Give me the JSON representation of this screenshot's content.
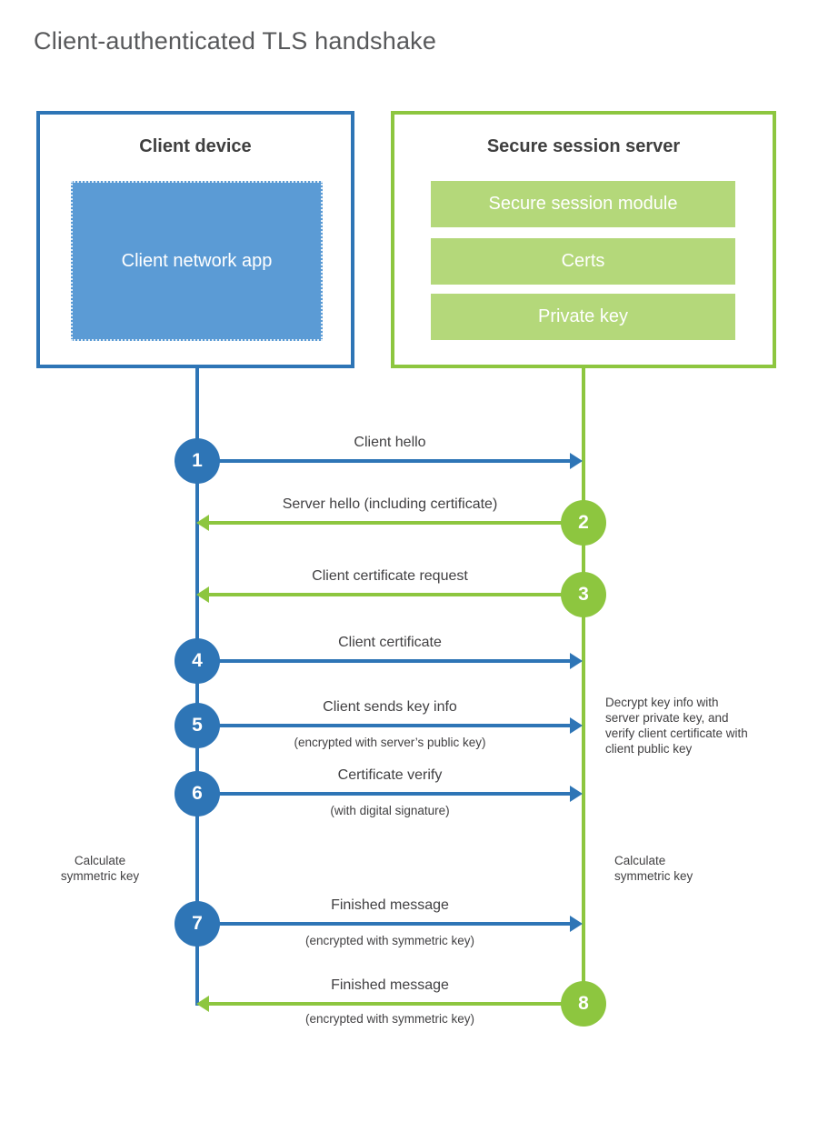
{
  "title": "Client-authenticated TLS handshake",
  "colors": {
    "blue": "#2e75b6",
    "blue_fill": "#5b9bd5",
    "green": "#8dc63f",
    "green_fill": "#b4d87a"
  },
  "client": {
    "title": "Client device",
    "app_label": "Client network app"
  },
  "server": {
    "title": "Secure session server",
    "modules": [
      "Secure session module",
      "Certs",
      "Private key"
    ]
  },
  "steps": [
    {
      "num": "1",
      "actor": "client",
      "direction": "right",
      "label": "Client hello",
      "sub": ""
    },
    {
      "num": "2",
      "actor": "server",
      "direction": "left",
      "label": "Server hello (including certificate)",
      "sub": ""
    },
    {
      "num": "3",
      "actor": "server",
      "direction": "left",
      "label": "Client certificate request",
      "sub": ""
    },
    {
      "num": "4",
      "actor": "client",
      "direction": "right",
      "label": "Client certificate",
      "sub": ""
    },
    {
      "num": "5",
      "actor": "client",
      "direction": "right",
      "label": "Client sends key info",
      "sub": "(encrypted with server’s public key)"
    },
    {
      "num": "6",
      "actor": "client",
      "direction": "right",
      "label": "Certificate verify",
      "sub": "(with digital signature)"
    },
    {
      "num": "7",
      "actor": "client",
      "direction": "right",
      "label": "Finished message",
      "sub": "(encrypted with symmetric key)"
    },
    {
      "num": "8",
      "actor": "server",
      "direction": "left",
      "label": "Finished message",
      "sub": "(encrypted with symmetric key)"
    }
  ],
  "annotations": {
    "decrypt_note": "Decrypt key info with server private key, and verify client certificate with client public key",
    "calculate_left": "Calculate symmetric key",
    "calculate_right": "Calculate symmetric key"
  }
}
